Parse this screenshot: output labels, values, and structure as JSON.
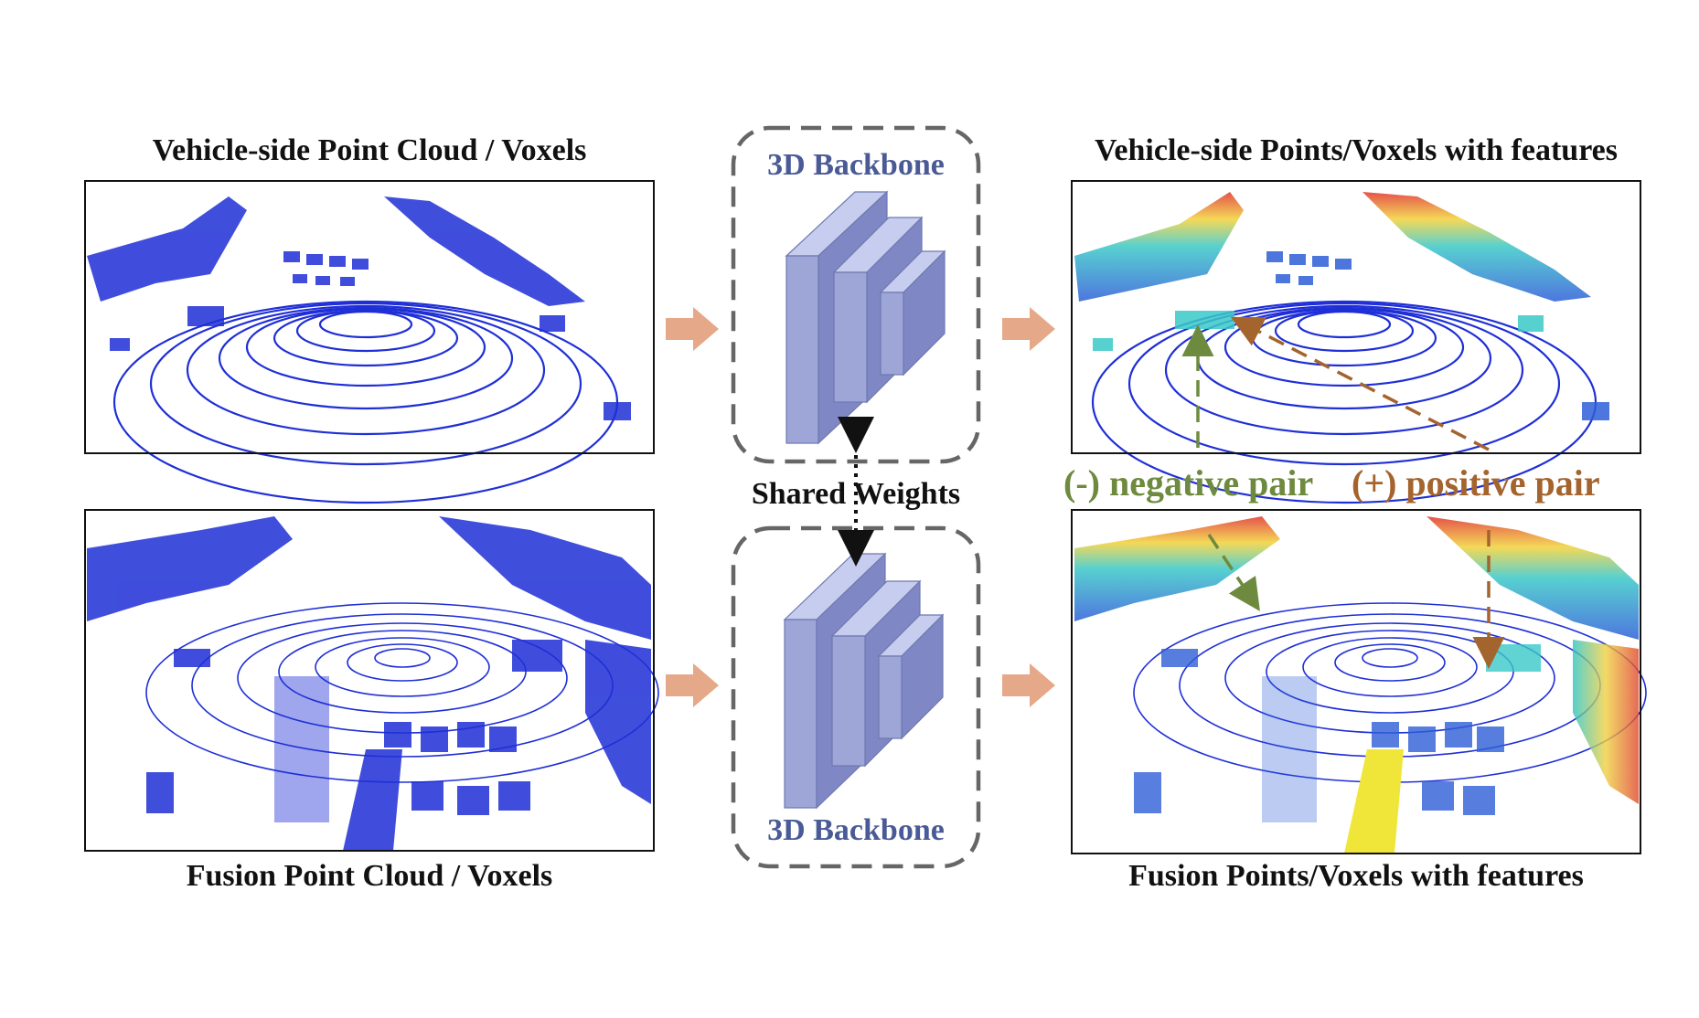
{
  "labels": {
    "vehicle_input": "Vehicle-side Point Cloud / Voxels",
    "fusion_input": "Fusion Point Cloud / Voxels",
    "vehicle_output": "Vehicle-side Points/Voxels with features",
    "fusion_output": "Fusion Points/Voxels with features",
    "backbone_top": "3D Backbone",
    "backbone_bottom": "3D Backbone",
    "shared_weights": "Shared Weights",
    "negative_pair": "(-) negative pair",
    "positive_pair": "(+) positive pair"
  },
  "colors": {
    "point_cloud": "#1f2fd6",
    "backbone_text": "#4a5a96",
    "backbone_block": "#9ea6d8",
    "flow_arrow": "#e5a888",
    "negative": "#6e8a3e",
    "positive": "#a4642e",
    "dashed_box": "#666666"
  }
}
